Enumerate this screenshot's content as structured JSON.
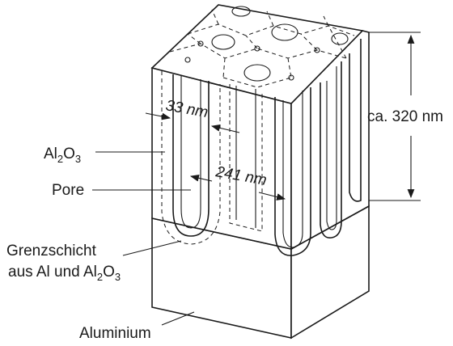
{
  "labels": {
    "pore_wall_diameter": "33 nm",
    "cell_spacing": "241 nm",
    "layer_height": "ca. 320 nm",
    "oxide": {
      "base": "Al",
      "sub1": "2",
      "mid": "O",
      "sub2": "3"
    },
    "pore": "Pore",
    "barrier_line1": "Grenzschicht",
    "barrier_line2_prefix": "aus Al und Al",
    "barrier_sub1": "2",
    "barrier_mid": "O",
    "barrier_sub2": "3",
    "substrate": "Aluminium"
  },
  "colors": {
    "line": "#1a1a1a",
    "background": "#ffffff"
  }
}
